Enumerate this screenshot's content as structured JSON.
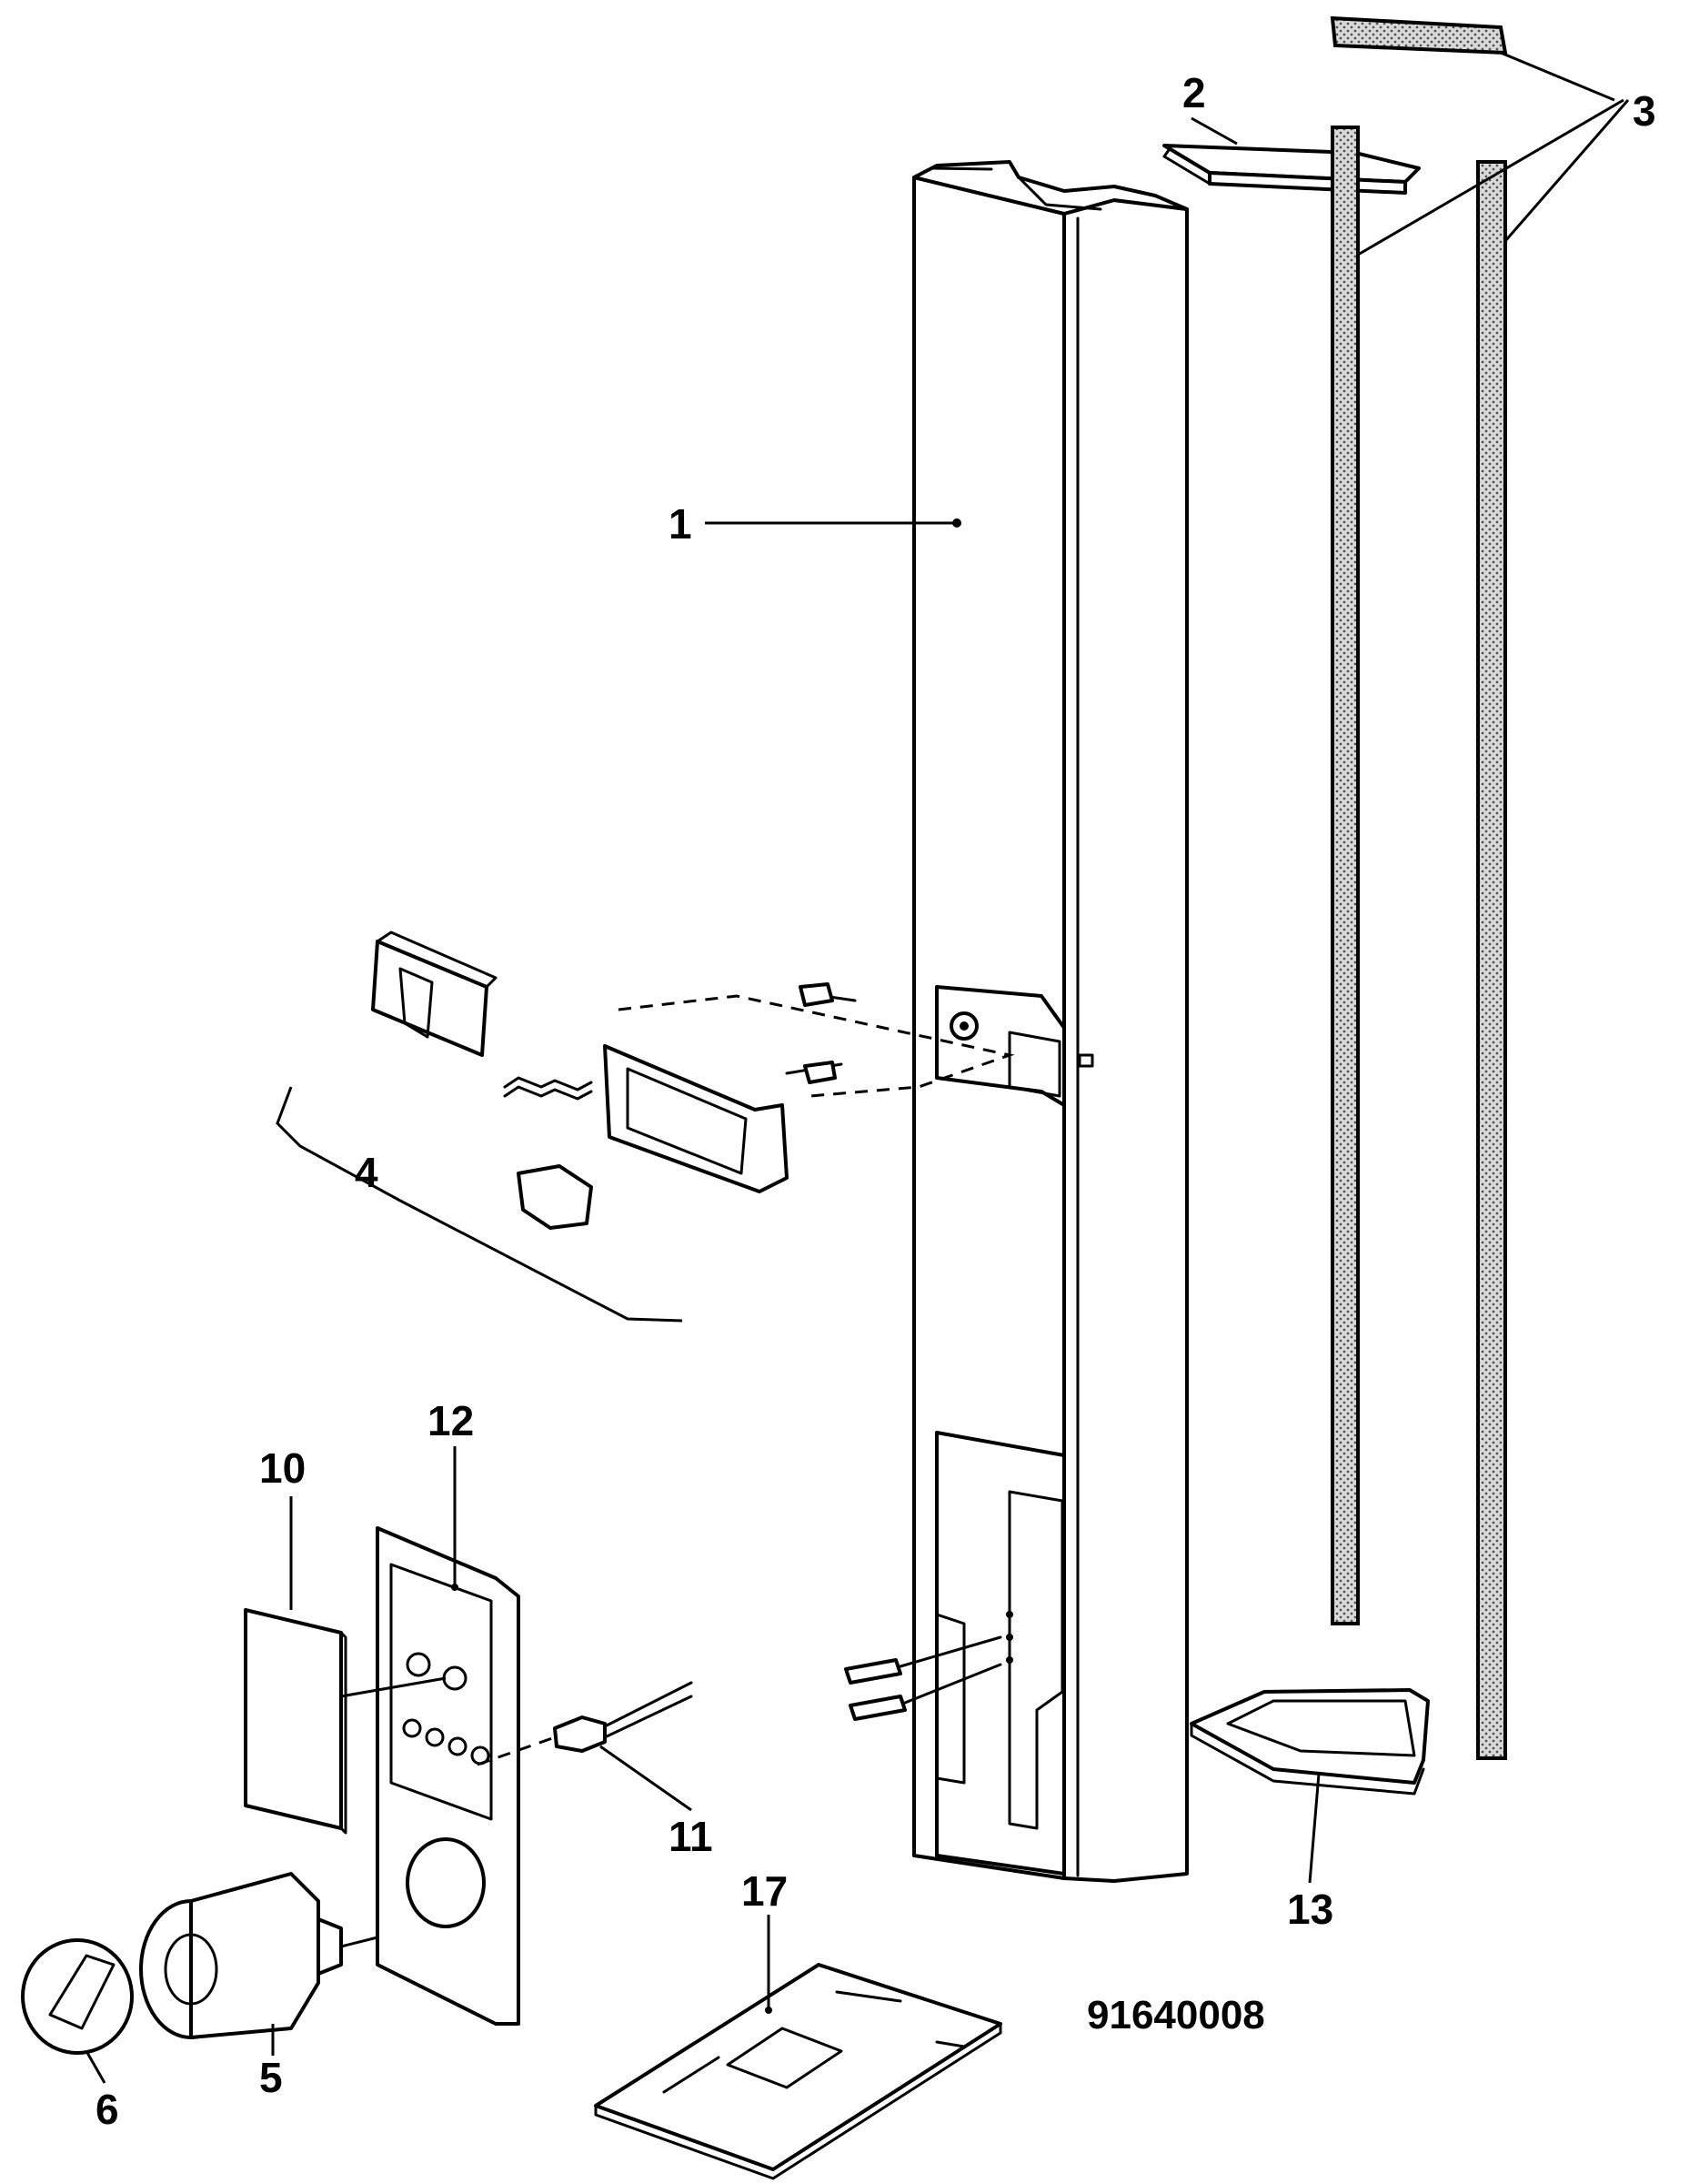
{
  "diagram": {
    "drawing_number": "91640008",
    "callouts": [
      {
        "id": "1",
        "label": "1"
      },
      {
        "id": "2",
        "label": "2"
      },
      {
        "id": "3",
        "label": "3"
      },
      {
        "id": "4",
        "label": "4"
      },
      {
        "id": "5",
        "label": "5"
      },
      {
        "id": "6",
        "label": "6"
      },
      {
        "id": "10",
        "label": "10"
      },
      {
        "id": "11",
        "label": "11"
      },
      {
        "id": "12",
        "label": "12"
      },
      {
        "id": "13",
        "label": "13"
      },
      {
        "id": "17",
        "label": "17"
      }
    ]
  }
}
